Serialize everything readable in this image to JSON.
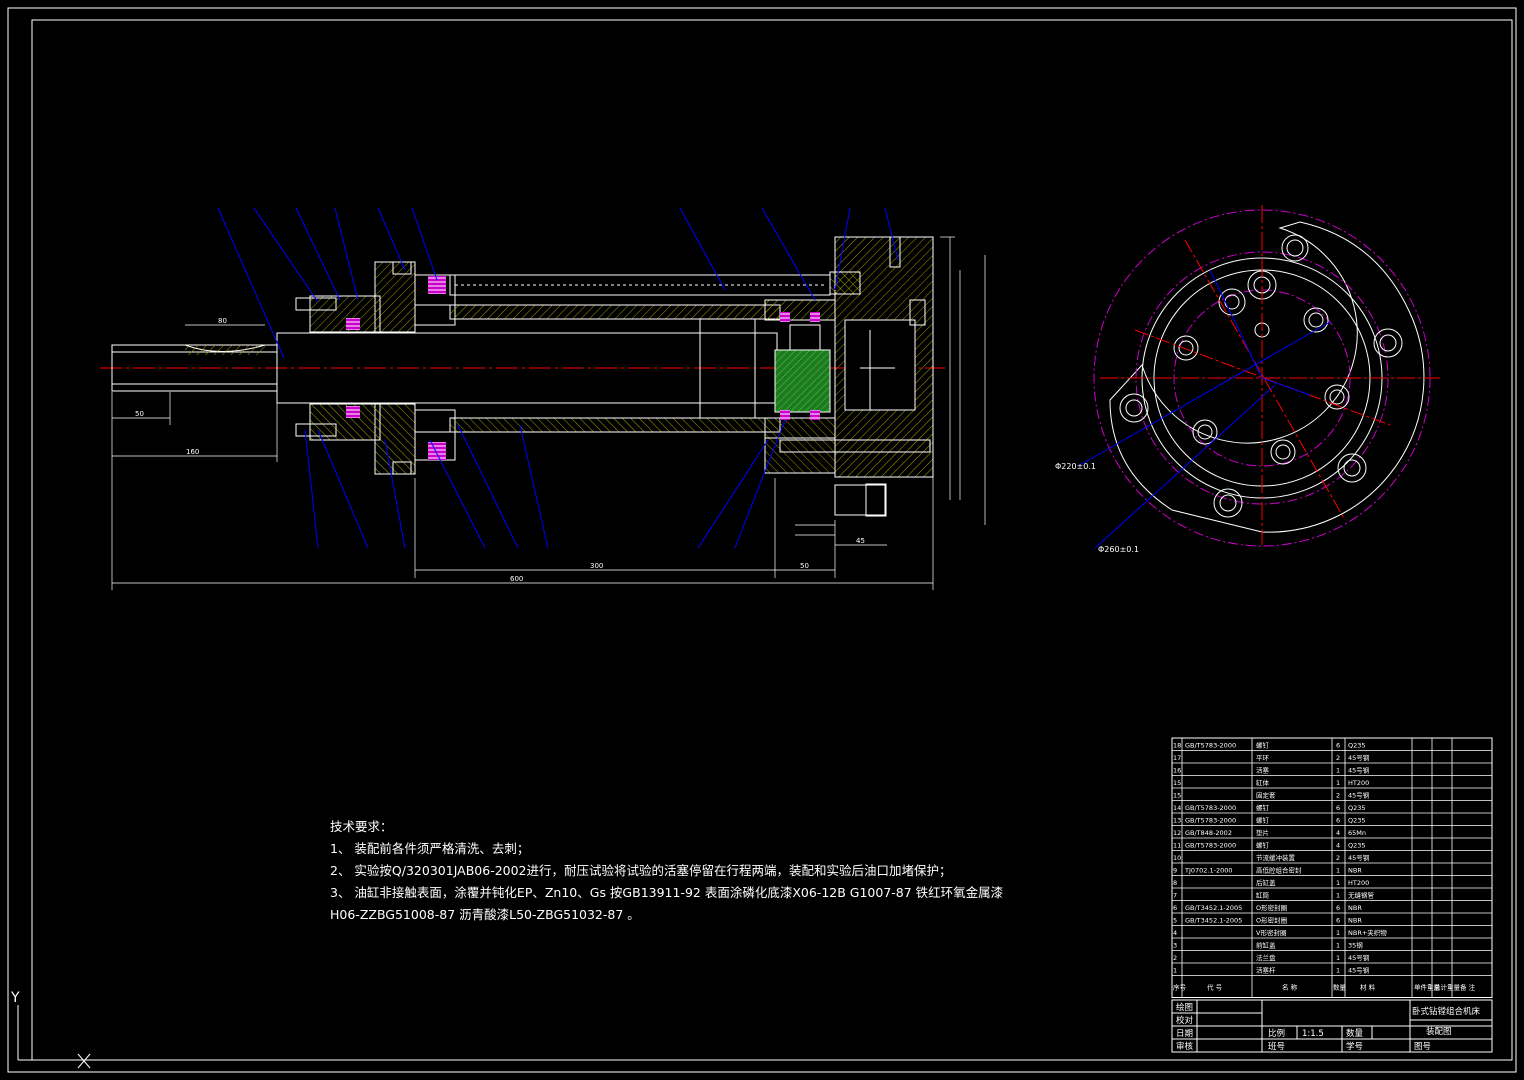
{
  "tech_requirements": {
    "heading": "技术要求：",
    "items": [
      "1、 装配前各件须严格清洗、去刺；",
      "2、 实验按Q/320301JAB06-2002进行，耐压试验将试验的活塞停留在行程两端，装配和实验后油口加堵保护；",
      "3、 油缸非接触表面，涂覆并钝化EP、Zn10、Gs 按GB13911-92 表面涂磷化底漆X06-12B G1007-87 铁红环氧金属漆",
      "H06-ZZBG51008-87 沥青酸漆L50-ZBG51032-87 。"
    ]
  },
  "dimensions": {
    "len_80": "80",
    "len_50": "50",
    "len_160": "160",
    "len_300": "300",
    "len_50b": "50",
    "len_600": "600",
    "len_45": "45",
    "dia_220": "Φ220±0.1",
    "dia_260": "Φ260±0.1"
  },
  "title_block": {
    "machine_name": "卧式钻镗组合机床",
    "drawing_name": "装配图",
    "scale_label": "比例",
    "scale_value": "1:1.5",
    "qty_label": "数量",
    "class_label": "班号",
    "student_label": "学号",
    "dwgno_label": "图号",
    "drawn_label": "绘图",
    "check_label": "校对",
    "date_label": "日期",
    "review_label": "审核"
  },
  "parts_header": {
    "seq": "序号",
    "code": "代 号",
    "name": "名 称",
    "qty": "数量",
    "material": "材 料",
    "unit_wt": "单件重量",
    "total_wt": "总计重量",
    "remark": "备 注"
  },
  "parts_list": [
    {
      "no": "18",
      "code": "GB/T5783-2000",
      "name": "螺钉",
      "qty": "6",
      "mat": "Q235"
    },
    {
      "no": "17",
      "code": "",
      "name": "平环",
      "qty": "2",
      "mat": "45号钢"
    },
    {
      "no": "16",
      "code": "",
      "name": "活塞",
      "qty": "1",
      "mat": "45号钢"
    },
    {
      "no": "15",
      "code": "",
      "name": "缸体",
      "qty": "1",
      "mat": "HT200"
    },
    {
      "no": "15",
      "code": "",
      "name": "固定套",
      "qty": "2",
      "mat": "45号钢"
    },
    {
      "no": "14",
      "code": "GB/T5783-2000",
      "name": "螺钉",
      "qty": "6",
      "mat": "Q235"
    },
    {
      "no": "13",
      "code": "GB/T5783-2000",
      "name": "螺钉",
      "qty": "6",
      "mat": "Q235"
    },
    {
      "no": "12",
      "code": "GB/T848-2002",
      "name": "垫片",
      "qty": "4",
      "mat": "65Mn"
    },
    {
      "no": "11",
      "code": "GB/T5783-2000",
      "name": "螺钉",
      "qty": "4",
      "mat": "Q235"
    },
    {
      "no": "10",
      "code": "",
      "name": "节流缓冲装置",
      "qty": "2",
      "mat": "45号钢"
    },
    {
      "no": "9",
      "code": "TJ0702.1-2000",
      "name": "高低腔组合密封",
      "qty": "1",
      "mat": "NBR"
    },
    {
      "no": "8",
      "code": "",
      "name": "后缸盖",
      "qty": "1",
      "mat": "HT200"
    },
    {
      "no": "7",
      "code": "",
      "name": "缸筒",
      "qty": "1",
      "mat": "无缝钢管"
    },
    {
      "no": "6",
      "code": "GB/T3452.1-2005",
      "name": "O形密封圈",
      "qty": "6",
      "mat": "NBR"
    },
    {
      "no": "5",
      "code": "GB/T3452.1-2005",
      "name": "O形密封圈",
      "qty": "6",
      "mat": "NBR"
    },
    {
      "no": "4",
      "code": "",
      "name": "V形密封圈",
      "qty": "1",
      "mat": "NBR+夹织物"
    },
    {
      "no": "3",
      "code": "",
      "name": "前缸盖",
      "qty": "1",
      "mat": "35钢"
    },
    {
      "no": "2",
      "code": "",
      "name": "法兰盘",
      "qty": "1",
      "mat": "45号钢"
    },
    {
      "no": "1",
      "code": "",
      "name": "活塞杆",
      "qty": "1",
      "mat": "45号钢"
    }
  ],
  "ucs": {
    "y": "Y",
    "x": "X"
  },
  "colors": {
    "outline": "#ffffff",
    "leader": "#0000ff",
    "center": "#ff0000",
    "pitch": "#cc00cc",
    "hatch": "#a0a000",
    "seal": "#ff00ff",
    "green": "#2a9a2a"
  }
}
